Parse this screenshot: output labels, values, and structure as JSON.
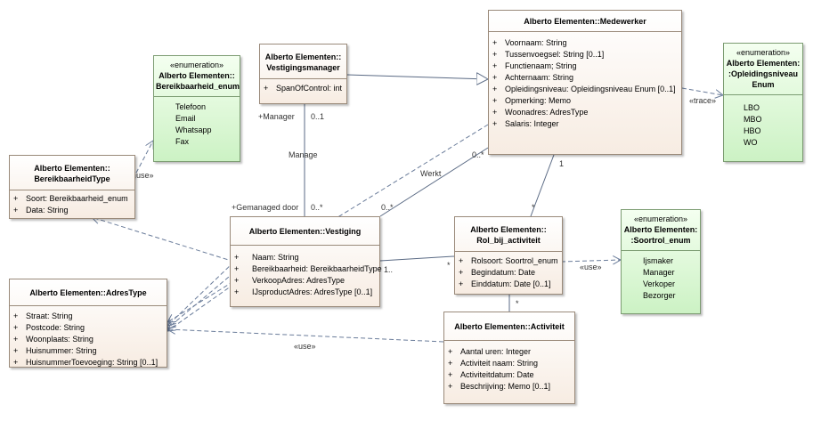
{
  "classes": {
    "medewerker": {
      "title": "Alberto Elementen::Medewerker",
      "attributes": [
        {
          "vis": "+",
          "text": "Voornaam: String"
        },
        {
          "vis": "+",
          "text": "Tussenvoegsel: String [0..1]"
        },
        {
          "vis": "+",
          "text": "Functienaam; String"
        },
        {
          "vis": "+",
          "text": "Achternaam: String"
        },
        {
          "vis": "+",
          "text": "Opleidingsniveau: Opleidingsniveau Enum [0..1]"
        },
        {
          "vis": "+",
          "text": "Opmerking: Memo"
        },
        {
          "vis": "+",
          "text": "Woonadres: AdresType"
        },
        {
          "vis": "+",
          "text": "Salaris: Integer"
        }
      ]
    },
    "vestigingsmanager": {
      "title_line1": "Alberto Elementen::",
      "title_line2": "Vestigingsmanager",
      "attributes": [
        {
          "vis": "+",
          "text": "SpanOfControl: int"
        }
      ]
    },
    "bereikbaarheid_enum": {
      "stereotype": "«enumeration»",
      "title_line1": "Alberto Elementen::",
      "title_line2": "Bereikbaarheid_enum",
      "literals": [
        "Telefoon",
        "Email",
        "Whatsapp",
        "Fax"
      ]
    },
    "opleidingsniveau_enum": {
      "stereotype": "«enumeration»",
      "title_line1": "Alberto Elementen:",
      "title_line2": ":Opleidingsniveau",
      "title_line3": "Enum",
      "literals": [
        "LBO",
        "MBO",
        "HBO",
        "WO"
      ]
    },
    "bereikbaarheidtype": {
      "title_line1": "Alberto Elementen::",
      "title_line2": "BereikbaarheidType",
      "attributes": [
        {
          "vis": "+",
          "text": "Soort: Bereikbaarheid_enum"
        },
        {
          "vis": "+",
          "text": "Data: String"
        }
      ]
    },
    "vestiging": {
      "title": "Alberto Elementen::Vestiging",
      "attributes": [
        {
          "vis": "+",
          "text": "Naam: String"
        },
        {
          "vis": "+",
          "text": "Bereikbaarheid: BereikbaarheidType"
        },
        {
          "vis": "+",
          "text": "VerkoopAdres: AdresType"
        },
        {
          "vis": "+",
          "text": "IJsproductAdres: AdresType [0..1]"
        }
      ]
    },
    "rol_bij_activiteit": {
      "title_line1": "Alberto Elementen::",
      "title_line2": "Rol_bij_activiteit",
      "attributes": [
        {
          "vis": "+",
          "text": "Rolsoort: Soortrol_enum"
        },
        {
          "vis": "+",
          "text": "Begindatum: Date"
        },
        {
          "vis": "+",
          "text": "Einddatum: Date [0..1]"
        }
      ]
    },
    "soortrol_enum": {
      "stereotype": "«enumeration»",
      "title_line1": "Alberto Elementen:",
      "title_line2": ":Soortrol_enum",
      "literals": [
        "Ijsmaker",
        "Manager",
        "Verkoper",
        "Bezorger"
      ]
    },
    "adrestype": {
      "title": "Alberto Elementen::AdresType",
      "attributes": [
        {
          "vis": "+",
          "text": "Straat: String"
        },
        {
          "vis": "+",
          "text": "Postcode: String"
        },
        {
          "vis": "+",
          "text": "Woonplaats: String"
        },
        {
          "vis": "+",
          "text": "Huisnummer: String"
        },
        {
          "vis": "+",
          "text": "HuisnummerToevoeging: String [0..1]"
        }
      ]
    },
    "activiteit": {
      "title": "Alberto Elementen::Activiteit",
      "attributes": [
        {
          "vis": "+",
          "text": "Aantal uren: Integer"
        },
        {
          "vis": "+",
          "text": "Activiteit naam: String"
        },
        {
          "vis": "+",
          "text": "Activiteitdatum: Date"
        },
        {
          "vis": "+",
          "text": "Beschrijving: Memo [0..1]"
        }
      ]
    }
  },
  "labels": {
    "manager_role": "+Manager",
    "manager_mult": "0..1",
    "manage": "Manage",
    "gemanaged_role": "+Gemanaged door",
    "gemanaged_mult": "0..*",
    "werkt": "Werkt",
    "werkt_mult_top": "0..*",
    "werkt_mult_bottom": "0..*",
    "medewerker_rol_1": "1",
    "medewerker_rol_star": "*",
    "vestiging_rol_1": "1..",
    "vestiging_rol_star": "*",
    "rol_activiteit_star": "*",
    "use_bereikbaarheid": "«use»",
    "trace": "«trace»",
    "use_soortrol": "«use»",
    "use_adres": "«use»"
  }
}
